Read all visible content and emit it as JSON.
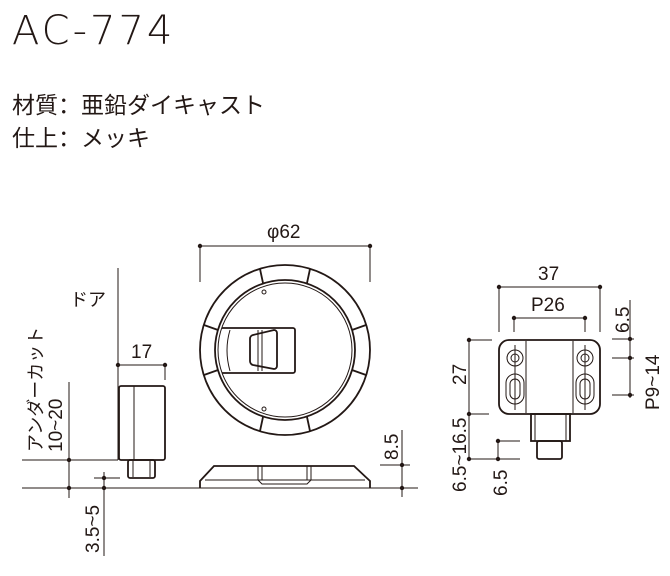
{
  "title": "AC-774",
  "specs": {
    "material": "材質：亜鉛ダイキャスト",
    "finish": "仕上：メッキ"
  },
  "labels": {
    "door": "ドア",
    "undercut": "アンダーカット",
    "undercut_range": "10~20",
    "width_17": "17",
    "gap": "3.5~5",
    "diameter": "φ62",
    "height": "8.5",
    "width_37": "37",
    "pitch_26": "P26",
    "top_6_5": "6.5",
    "pitch_range": "P9~14",
    "height_27": "27",
    "offset_range": "6.5~16.5",
    "bottom_6_5": "6.5"
  }
}
